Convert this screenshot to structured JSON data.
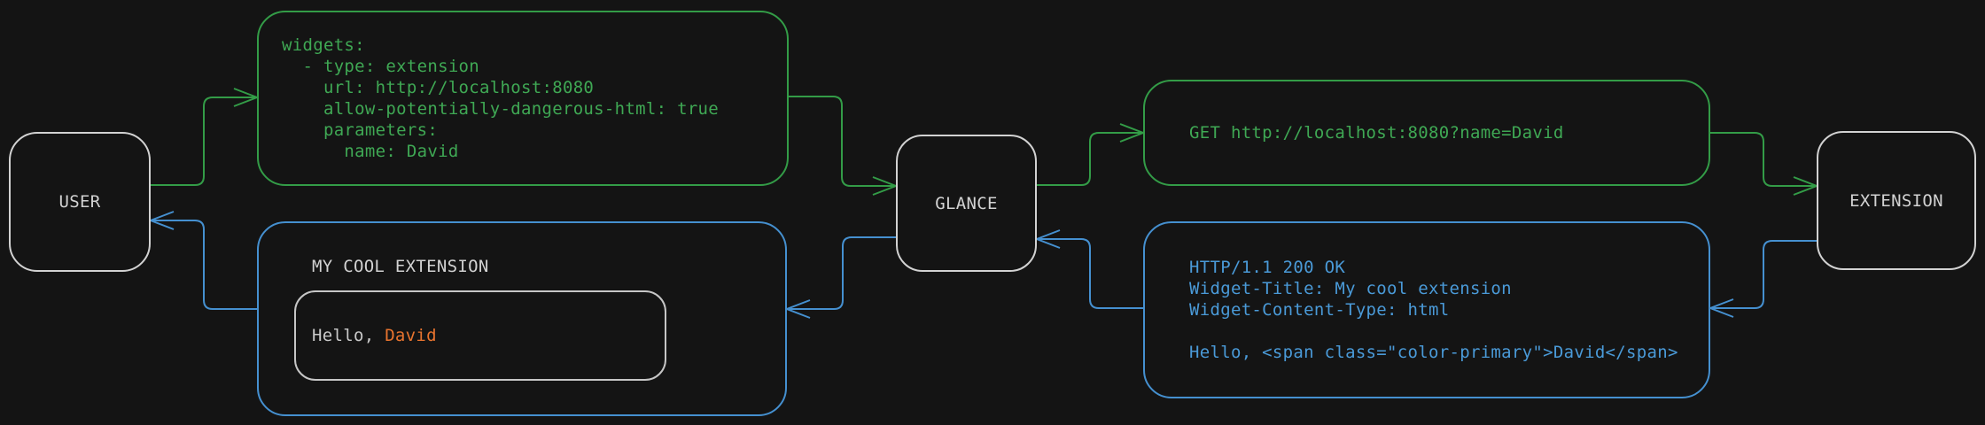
{
  "nodes": {
    "user_label": "USER",
    "glance_label": "GLANCE",
    "extension_label": "EXTENSION"
  },
  "config_box": {
    "code": "widgets:\n  - type: extension\n    url: http://localhost:8080\n    allow-potentially-dangerous-html: true\n    parameters:\n      name: David"
  },
  "request_box": {
    "code": "GET http://localhost:8080?name=David"
  },
  "response_box": {
    "code": "HTTP/1.1 200 OK\nWidget-Title: My cool extension\nWidget-Content-Type: html\n\nHello, <span class=\"color-primary\">David</span>"
  },
  "widget_preview": {
    "title": "MY COOL EXTENSION",
    "greeting_prefix": "Hello, ",
    "greeting_name": "David"
  },
  "colors": {
    "background": "#141414",
    "request_green": "#339c47",
    "response_blue": "#4590d0",
    "node_border": "#d2d2d2",
    "accent_orange": "#e8742f"
  }
}
